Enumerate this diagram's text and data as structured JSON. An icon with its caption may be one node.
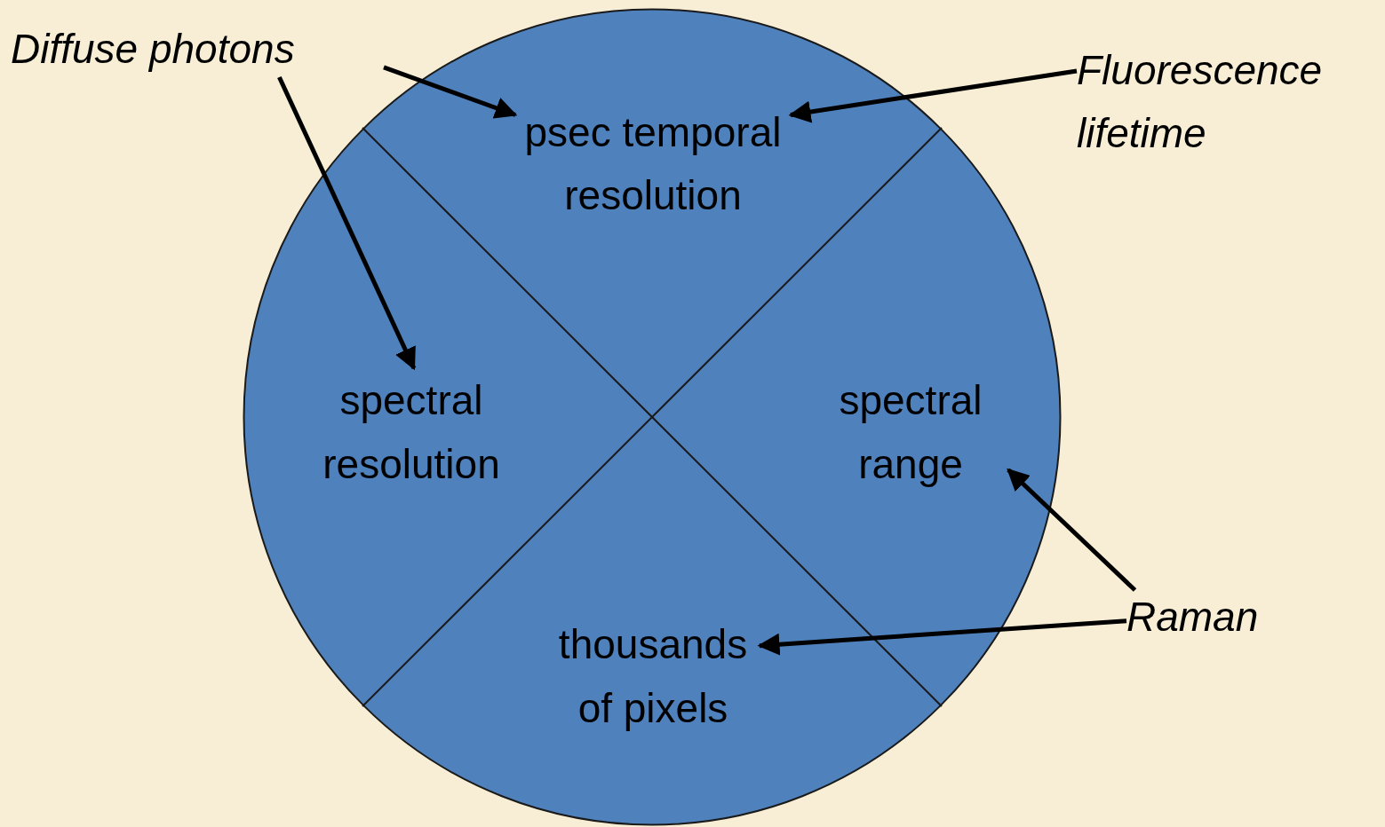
{
  "diagram": {
    "nodes": [
      {
        "text": [],
        "shape": "circle"
      },
      {
        "text": [
          "Diffuse photons"
        ]
      },
      {
        "text": [
          "Fluorescence lifetime"
        ]
      },
      {
        "text": [
          "psec temporal resolution"
        ],
        "in": 0
      },
      {
        "text": [
          "spectral resolution"
        ],
        "in": 0
      },
      {
        "text": [
          "spectral range"
        ],
        "in": 0
      },
      {
        "text": [
          "thousands of pixels"
        ],
        "in": 0
      },
      {
        "text": [
          "Raman"
        ]
      }
    ],
    "edges": [
      {
        "from": 1,
        "to": 3,
        "arrow": "to"
      },
      {
        "from": 1,
        "to": 4,
        "arrow": "to"
      },
      {
        "from": 2,
        "to": 3,
        "arrow": "to"
      },
      {
        "from": 7,
        "to": 5,
        "arrow": "to"
      },
      {
        "from": 7,
        "to": 6,
        "arrow": "to"
      }
    ]
  }
}
